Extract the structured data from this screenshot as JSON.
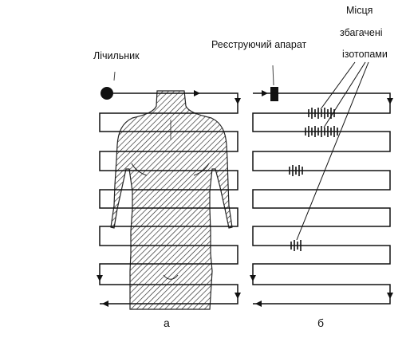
{
  "labels": {
    "counter": "Лічильник",
    "recorder": "Реєструючий апарат",
    "isotope_line1": "Місця",
    "isotope_line2": "збагачені",
    "isotope_line3": "ізотопами"
  },
  "captions": {
    "left": "а",
    "right": "б"
  }
}
